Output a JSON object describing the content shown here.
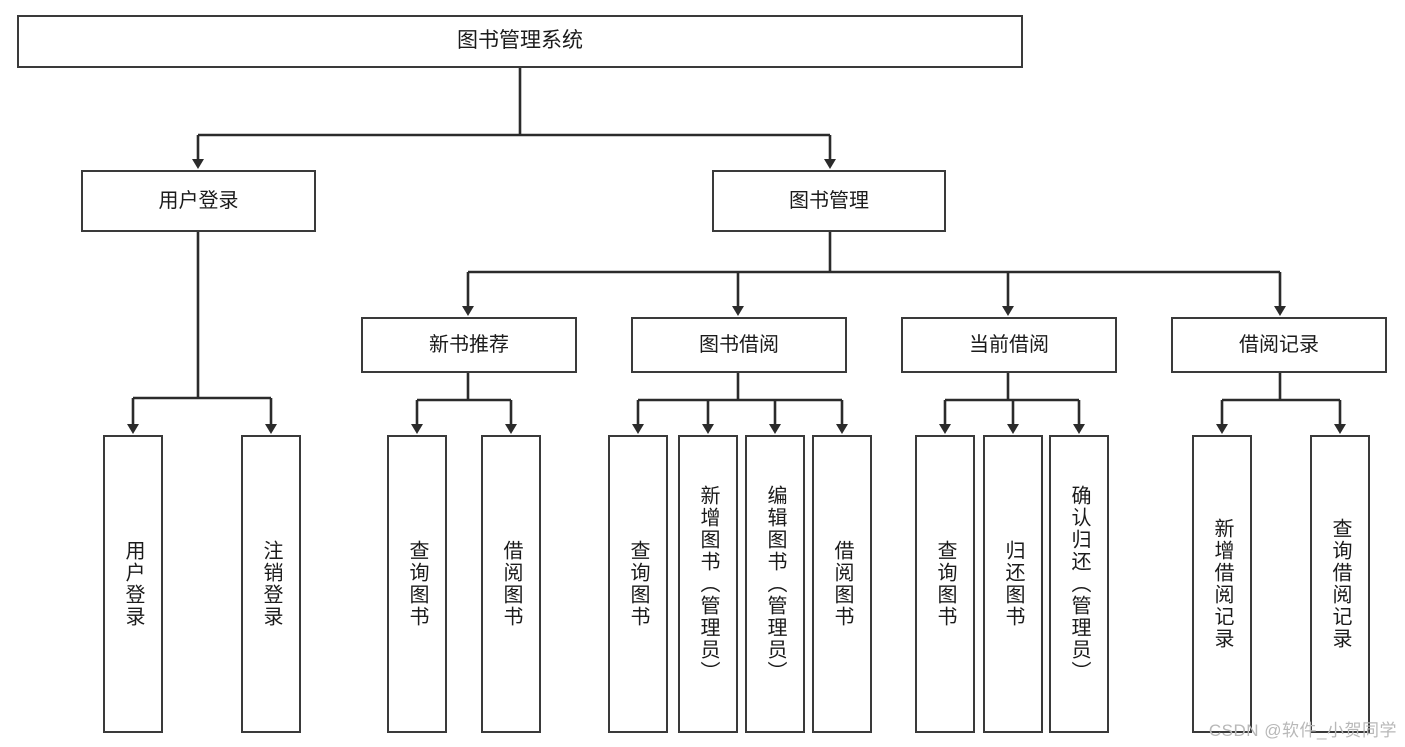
{
  "diagram": {
    "type": "tree",
    "title": "图书管理系统",
    "watermark": "CSDN @软件_小贺同学",
    "colors": {
      "box_border": "#3a3a3a",
      "box_fill": "#ffffff",
      "connector": "#2b2b2b",
      "text": "#1b1b1b",
      "watermark": "#b8b8b8"
    },
    "root": {
      "label": "图书管理系统"
    },
    "level2": [
      {
        "label": "用户登录"
      },
      {
        "label": "图书管理"
      }
    ],
    "level3": [
      {
        "label": "新书推荐"
      },
      {
        "label": "图书借阅"
      },
      {
        "label": "当前借阅"
      },
      {
        "label": "借阅记录"
      }
    ],
    "leaves": [
      {
        "label": "用户登录",
        "parent": "用户登录"
      },
      {
        "label": "注销登录",
        "parent": "用户登录"
      },
      {
        "label": "查询图书",
        "parent": "新书推荐"
      },
      {
        "label": "借阅图书",
        "parent": "新书推荐"
      },
      {
        "label": "查询图书",
        "parent": "图书借阅"
      },
      {
        "label": "新增图书（管理员）",
        "parent": "图书借阅"
      },
      {
        "label": "编辑图书（管理员）",
        "parent": "图书借阅"
      },
      {
        "label": "借阅图书",
        "parent": "图书借阅"
      },
      {
        "label": "查询图书",
        "parent": "当前借阅"
      },
      {
        "label": "归还图书",
        "parent": "当前借阅"
      },
      {
        "label": "确认归还（管理员）",
        "parent": "当前借阅"
      },
      {
        "label": "新增借阅记录",
        "parent": "借阅记录"
      },
      {
        "label": "查询借阅记录",
        "parent": "借阅记录"
      }
    ]
  }
}
